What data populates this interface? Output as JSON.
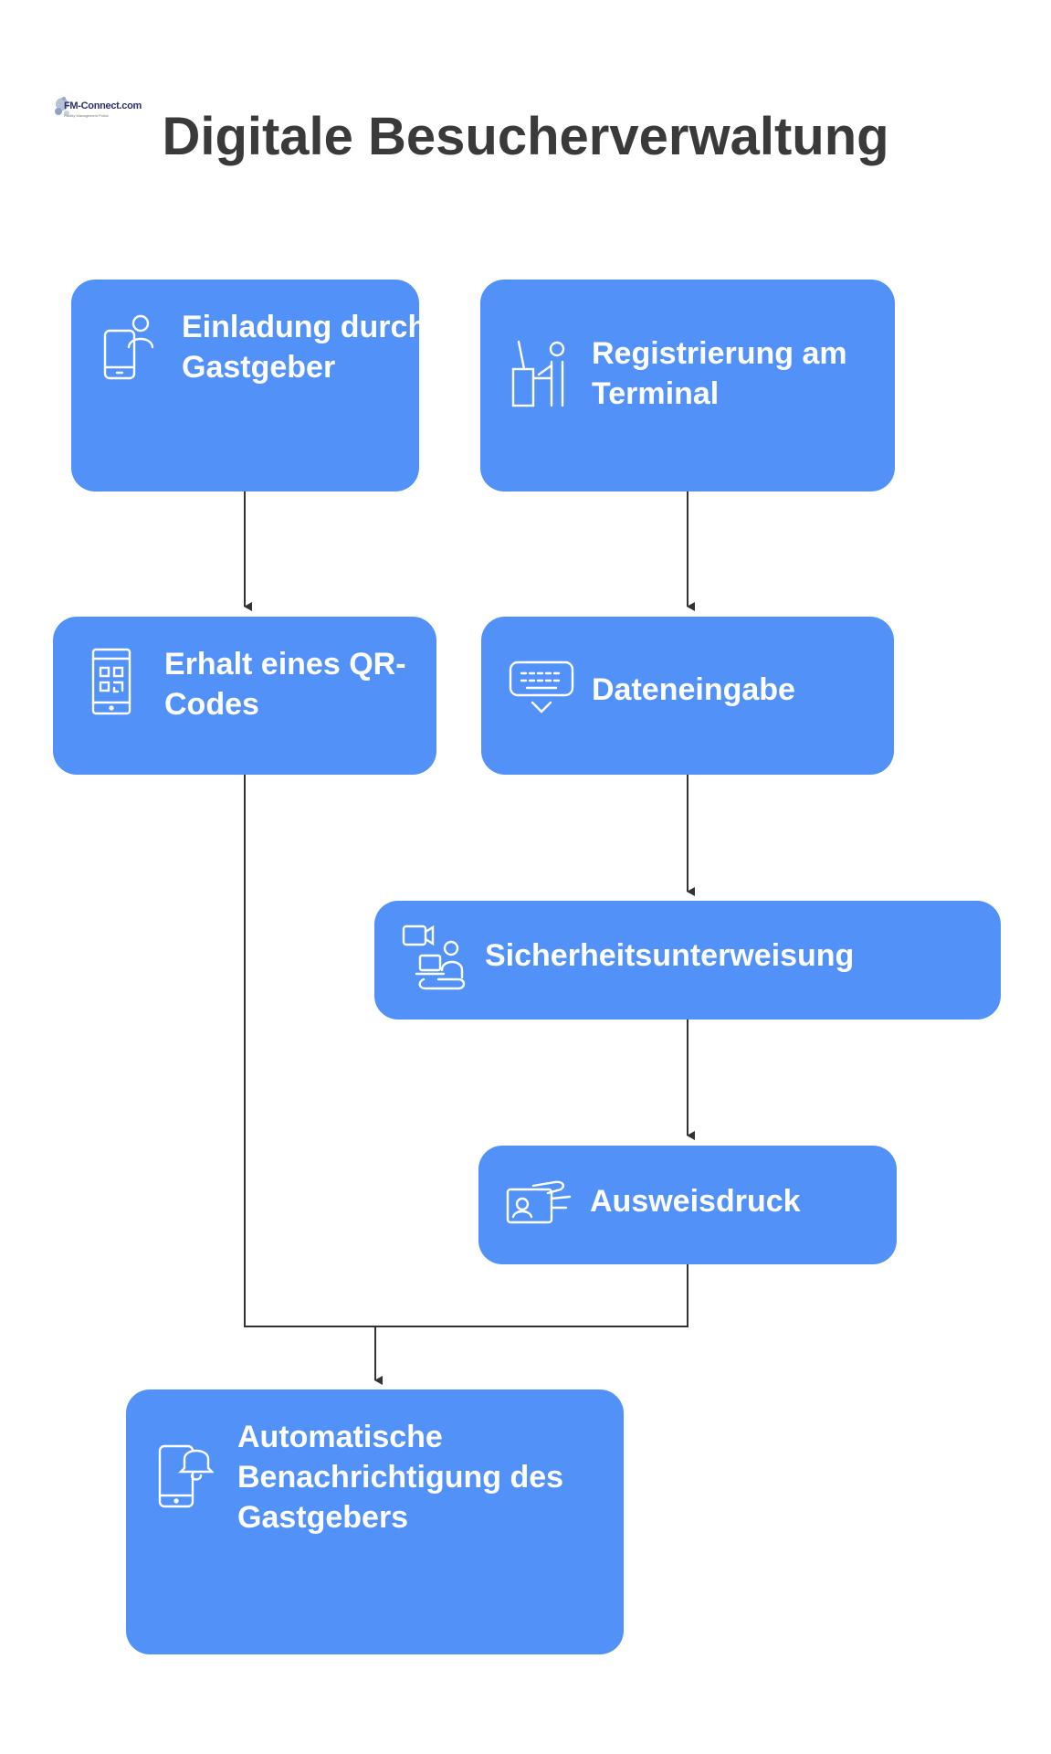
{
  "logo": {
    "text": "FM-Connect.com",
    "subtitle": "Facility Management Portal"
  },
  "title": "Digitale Besucherverwaltung",
  "nodes": {
    "einladung": {
      "line1": "Einladung durch",
      "line2": "Gastgeber"
    },
    "registrierung": {
      "line1": "Registrierung am",
      "line2": "Terminal"
    },
    "qrcode": {
      "line1": "Erhalt eines QR-",
      "line2": "Codes"
    },
    "dateneingabe": {
      "line1": "Dateneingabe"
    },
    "sicherheit": {
      "line1": "Sicherheitsunterweisung"
    },
    "ausweis": {
      "line1": "Ausweisdruck"
    },
    "benachrichtigung": {
      "line1": "Automatische",
      "line2": "Benachrichtigung des",
      "line3": "Gastgebers"
    }
  },
  "icons": {
    "einladung": "phone-person-icon",
    "registrierung": "terminal-person-icon",
    "qrcode": "phone-qr-icon",
    "dateneingabe": "keyboard-icon",
    "sicherheit": "video-training-icon",
    "ausweis": "id-card-icon",
    "benachrichtigung": "phone-bell-icon"
  },
  "colors": {
    "box": "#5292f8",
    "connector": "#333333",
    "title": "#3a3a3a",
    "text": "#ffffff"
  }
}
